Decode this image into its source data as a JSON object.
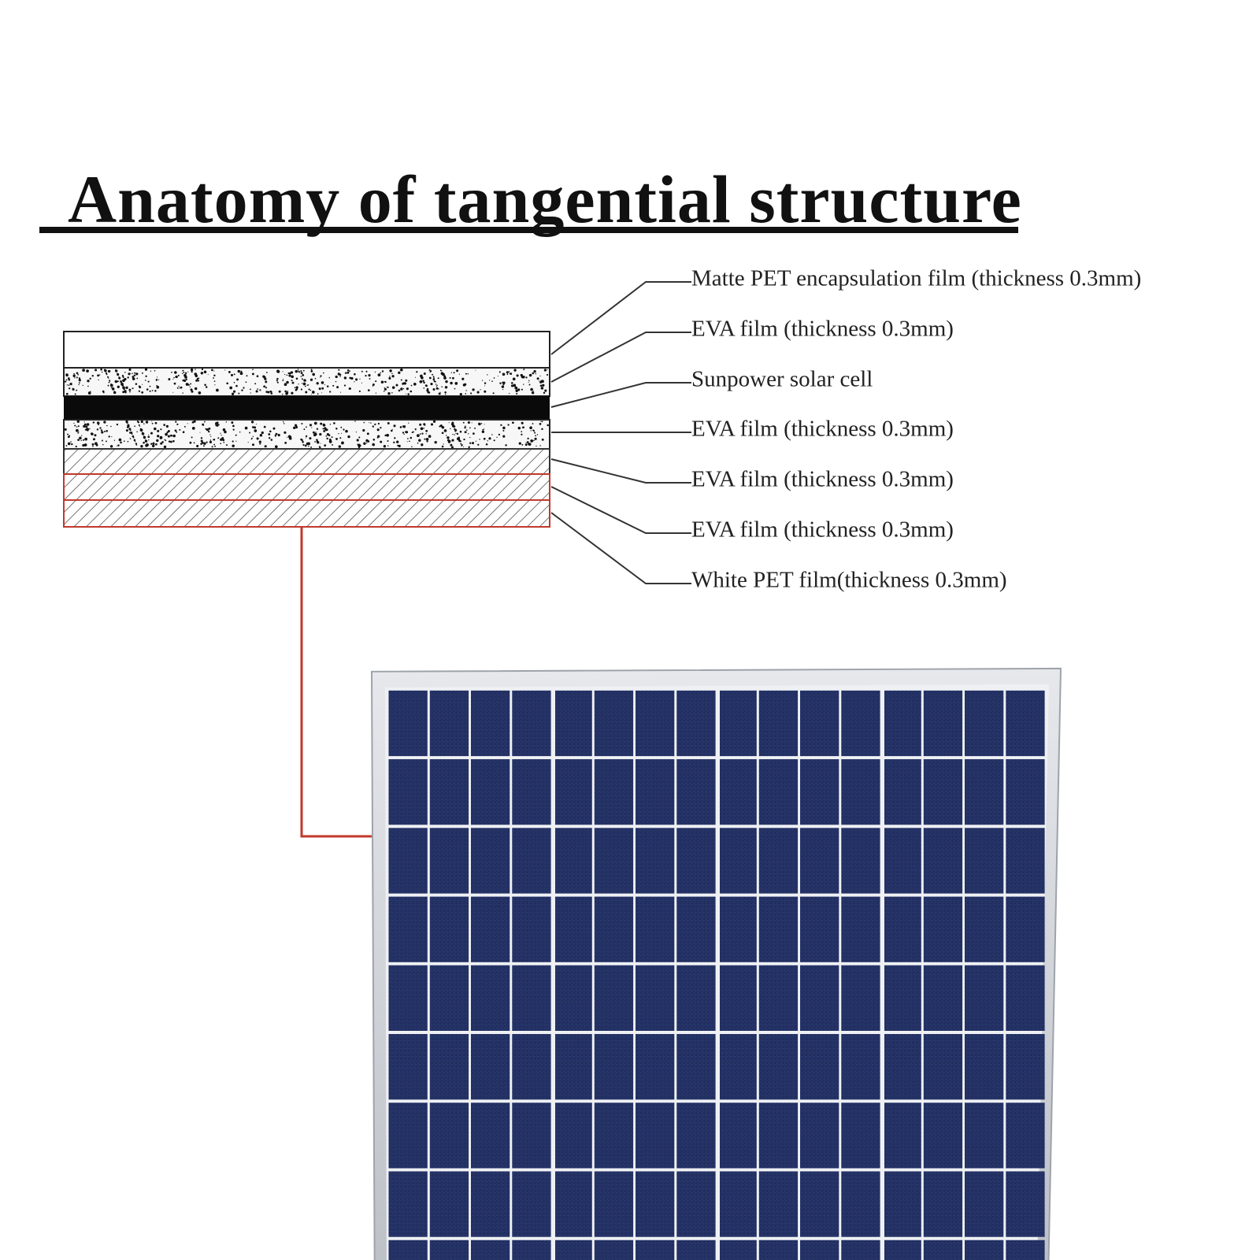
{
  "title": "Anatomy of tangential structure",
  "layers": [
    {
      "label": "Matte PET encapsulation film (thickness 0.3mm)",
      "pattern": "white"
    },
    {
      "label": "EVA film (thickness 0.3mm)",
      "pattern": "speckled"
    },
    {
      "label": "Sunpower solar cell",
      "pattern": "black"
    },
    {
      "label": "EVA film (thickness 0.3mm)",
      "pattern": "speckled"
    },
    {
      "label": "EVA film (thickness 0.3mm)",
      "pattern": "hatched"
    },
    {
      "label": "EVA film (thickness 0.3mm)",
      "pattern": "hatched-red-outline"
    },
    {
      "label": "White PET film(thickness 0.3mm)",
      "pattern": "hatched-red-outline"
    }
  ],
  "colors": {
    "ink": "#111111",
    "leader": "#333333",
    "connector": "#c0392b",
    "panel_cell": "#1d2a55",
    "panel_frame": "#c8ccd2"
  }
}
